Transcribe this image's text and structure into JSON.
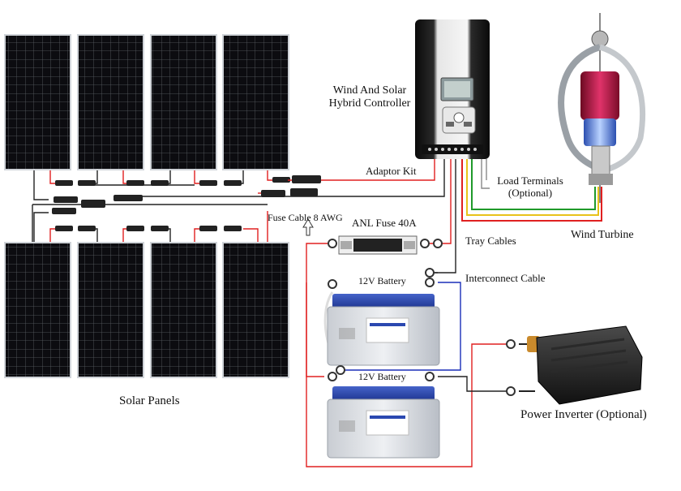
{
  "labels": {
    "controller_line1": "Wind And Solar",
    "controller_line2": "Hybrid Controller",
    "adaptor_kit": "Adaptor Kit",
    "load_terminals_line1": "Load Terminals",
    "load_terminals_line2": "(Optional)",
    "wind_turbine": "Wind Turbine",
    "fuse_cable": "Fuse Cable 8 AWG",
    "anl_fuse": "ANL Fuse 40A",
    "tray_cables": "Tray Cables",
    "interconnect_cable": "Interconnect Cable",
    "battery_top": "12V Battery",
    "battery_bottom": "12V Battery",
    "power_inverter": "Power Inverter (Optional)",
    "solar_panels": "Solar Panels"
  },
  "colors": {
    "red_wire": "#e02020",
    "black_wire": "#222222",
    "blue_wire": "#1a2fb8",
    "green_wire": "#1f9a2a",
    "yellow_wire": "#e8c21a",
    "battery_body": "#d9dde3",
    "battery_lid": "#2b48b0",
    "panel_cell": "#0d0d10",
    "turbine_blade": "#c21e4a"
  },
  "icons": {
    "arrow": "up-arrow-icon"
  }
}
